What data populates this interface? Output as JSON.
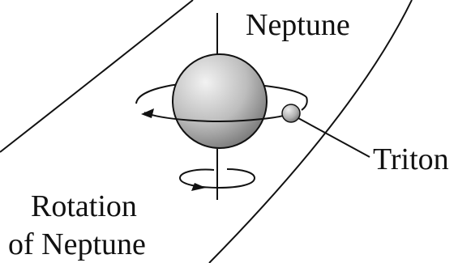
{
  "labels": {
    "planet": "Neptune",
    "moon": "Triton",
    "rotation_line1": "Rotation",
    "rotation_line2": "of Neptune"
  },
  "colors": {
    "stroke": "#111111",
    "planet_light": "#f2f2f2",
    "planet_mid": "#bdbdbd",
    "planet_dark": "#6f6f6f",
    "background": "#ffffff"
  }
}
